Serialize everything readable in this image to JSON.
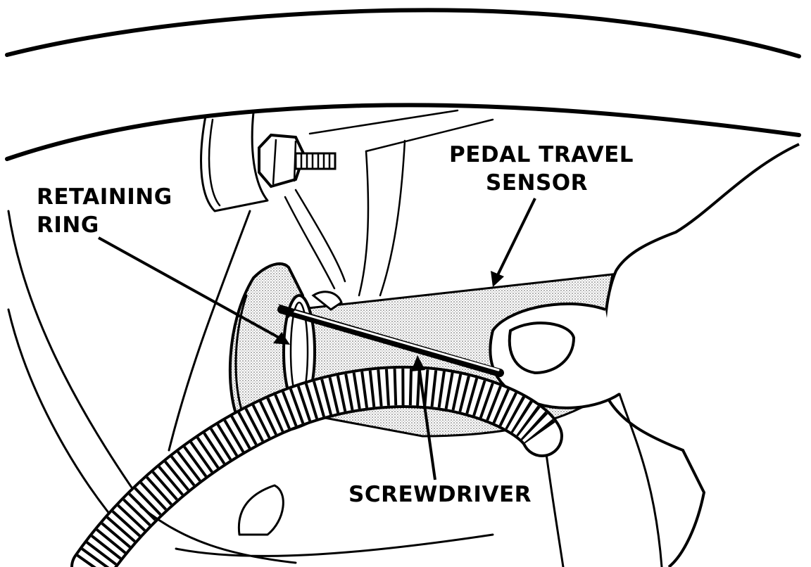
{
  "labels": {
    "pedal_travel_sensor": [
      "PEDAL TRAVEL",
      "SENSOR"
    ],
    "retaining_ring": [
      "RETAINING",
      "RING"
    ],
    "screwdriver": "SCREWDRIVER"
  },
  "colors": {
    "ink": "#000000",
    "background": "#ffffff",
    "shading": "#c8c8c8"
  }
}
